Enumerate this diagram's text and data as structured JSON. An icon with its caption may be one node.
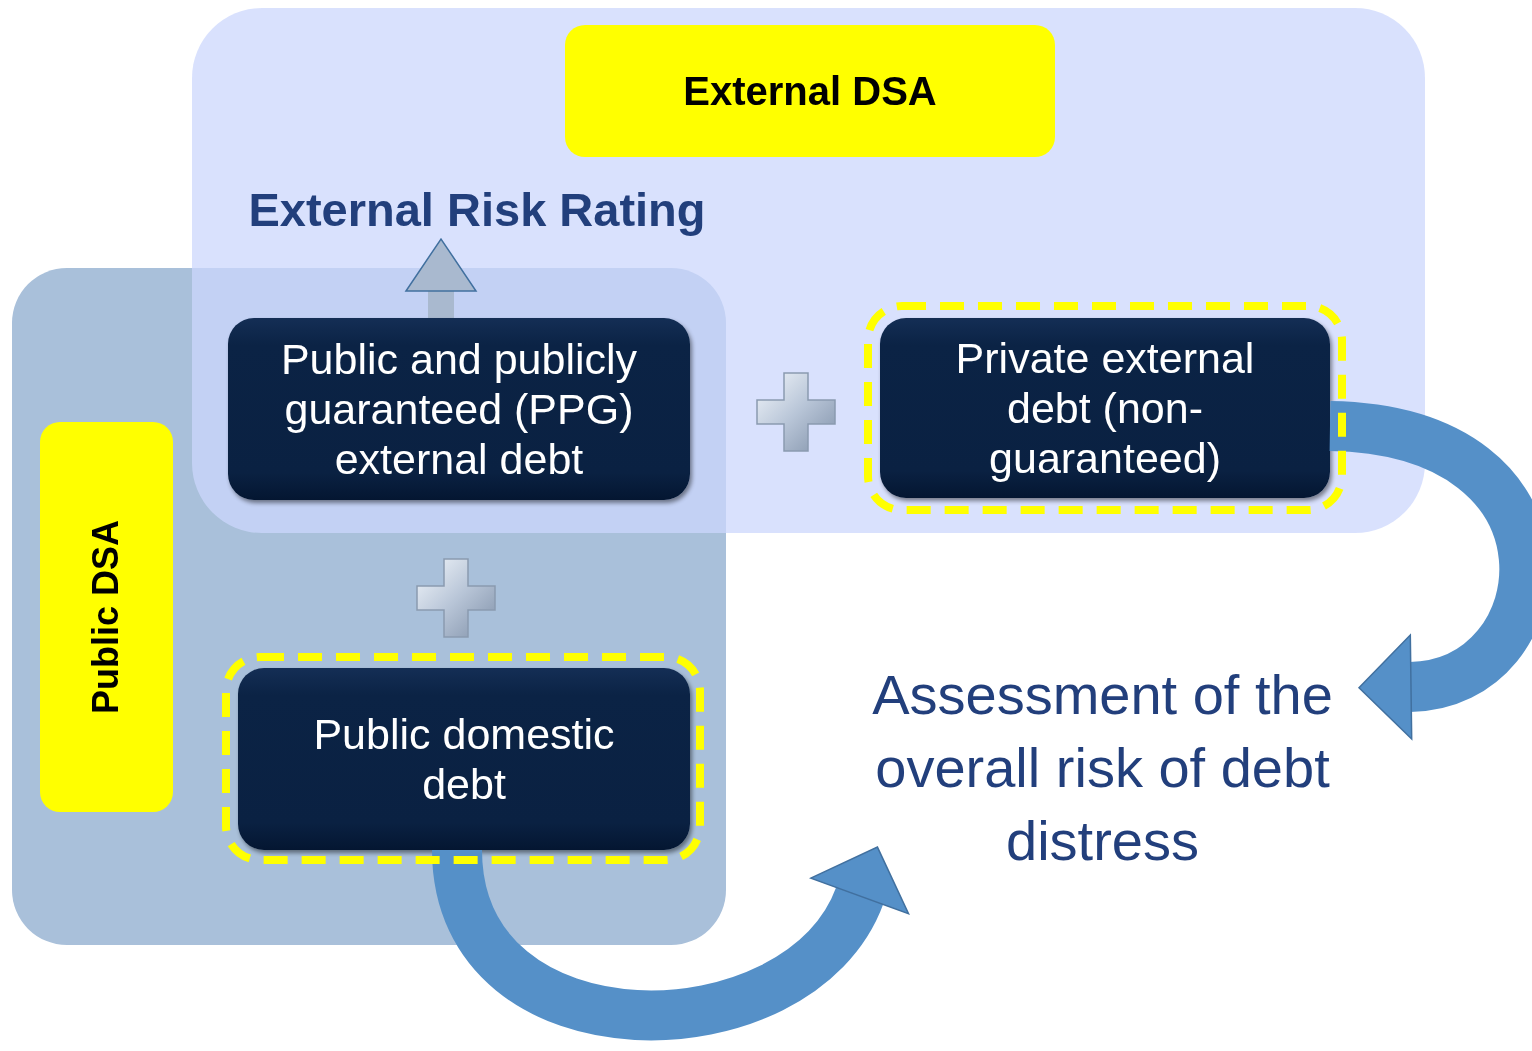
{
  "diagram": {
    "nodes": [
      {
        "text": [],
        "shape": "box"
      },
      {
        "text": [
          "External DSA"
        ],
        "in": 0
      },
      {
        "text": [
          "External Risk Rating"
        ],
        "in": 0
      },
      {
        "text": [],
        "shape": "box"
      },
      {
        "text": [
          "Public DSA"
        ],
        "in": 3
      },
      {
        "text": [
          "Public and publicly guaranteed (PPG) external debt"
        ]
      },
      {
        "text": [
          "Private external debt (non-guaranteed)"
        ],
        "in": 0
      },
      {
        "text": [
          "Public domestic debt"
        ],
        "in": 3
      },
      {
        "text": [
          "Assessment of the overall risk of debt distress"
        ]
      }
    ],
    "edges": [
      {
        "from": 5,
        "to": 2,
        "arrow": "to",
        "color": "#a9b9cf"
      },
      {
        "from": 6,
        "to": 8,
        "arrow": "to"
      },
      {
        "from": 7,
        "to": 8,
        "arrow": "to"
      }
    ]
  }
}
